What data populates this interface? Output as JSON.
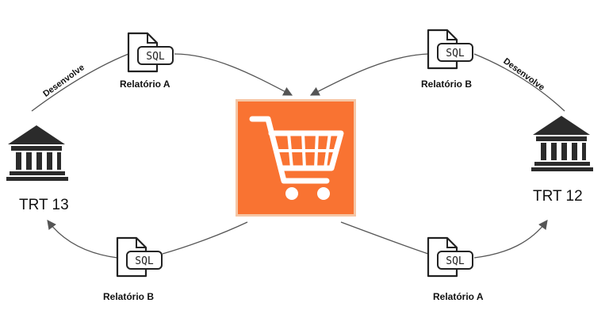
{
  "nodes": {
    "trt13": {
      "label": "TRT 13",
      "icon": "courthouse-icon"
    },
    "trt12": {
      "label": "TRT 12",
      "icon": "courthouse-icon"
    },
    "center": {
      "icon": "shopping-cart-icon",
      "color": "#f97332",
      "border": "#f5c6a5"
    },
    "report_top_left": {
      "label": "Relatório A",
      "badge": "SQL",
      "icon": "sql-file-icon"
    },
    "report_top_right": {
      "label": "Relatório B",
      "badge": "SQL",
      "icon": "sql-file-icon"
    },
    "report_bottom_left": {
      "label": "Relatório B",
      "badge": "SQL",
      "icon": "sql-file-icon"
    },
    "report_bottom_right": {
      "label": "Relatório A",
      "badge": "SQL",
      "icon": "sql-file-icon"
    }
  },
  "edges": {
    "left_develops": "Desenvolve",
    "right_develops": "Desenvolve"
  },
  "colors": {
    "line": "#555555",
    "icon": "#2b2b2b"
  }
}
